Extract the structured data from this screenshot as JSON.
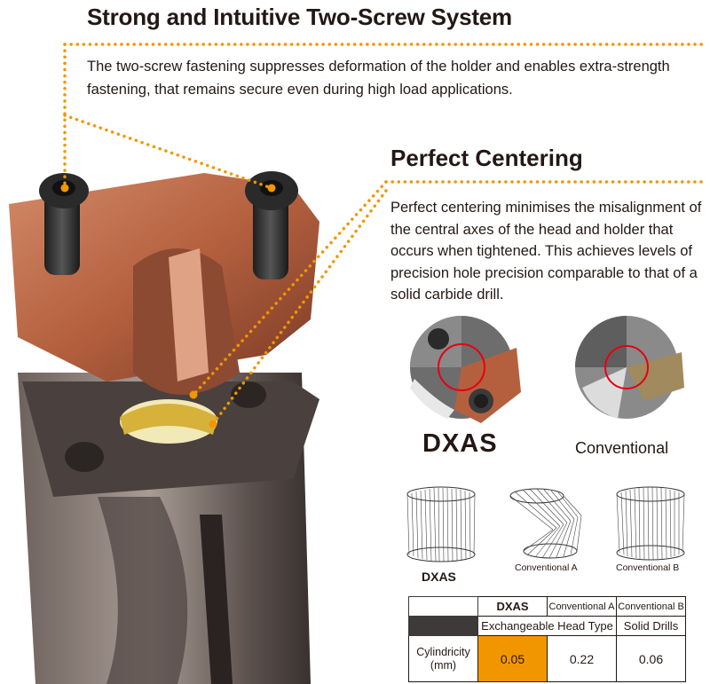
{
  "section1": {
    "title": "Strong and Intuitive Two-Screw System",
    "body": "The two-screw fastening suppresses deformation of the holder and enables extra-strength fastening, that remains secure even during high load applications."
  },
  "section2": {
    "title": "Perfect Centering",
    "body": "Perfect centering minimises the misalignment of the central axes of the head and holder that occurs when tightened. This achieves levels of precision hole precision comparable to that of a solid carbide drill."
  },
  "comparison_images": {
    "dxas_label": "DXAS",
    "conventional_label": "Conventional"
  },
  "cylindricity_plots": {
    "dxas_label": "DXAS",
    "conv_a_label": "Conventional A",
    "conv_b_label": "Conventional B"
  },
  "table": {
    "col_dxas": "DXAS",
    "col_conv_a": "Conventional A",
    "col_conv_b": "Conventional B",
    "type_exchangeable": "Exchangeable Head Type",
    "type_solid": "Solid Drills",
    "row_label_line1": "Cylindricity",
    "row_label_line2": "(mm)",
    "val_dxas": "0.05",
    "val_conv_a": "0.22",
    "val_conv_b": "0.06"
  },
  "colors": {
    "accent_orange": "#f29600",
    "copper": "#b4603f",
    "table_dark": "#3e3a39"
  }
}
